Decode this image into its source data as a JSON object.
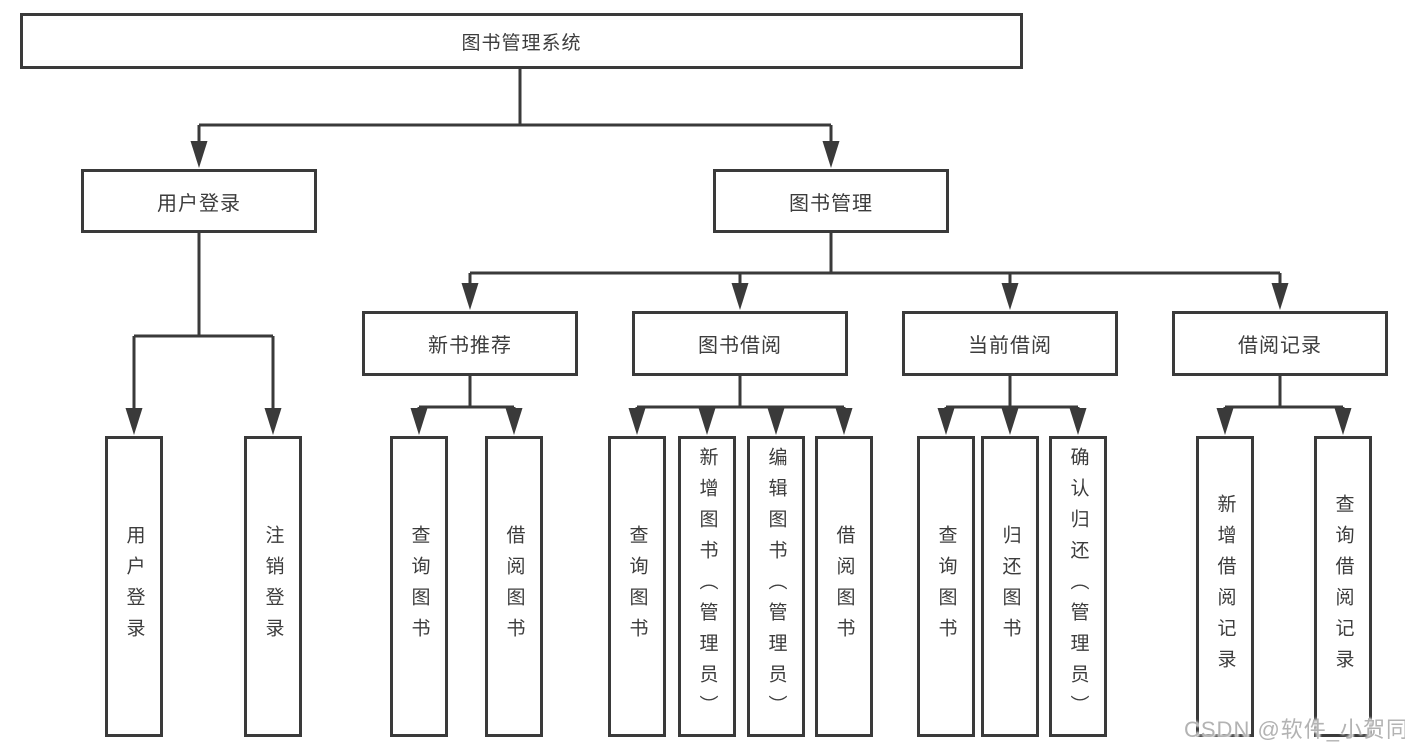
{
  "diagram": {
    "root": {
      "label": "图书管理系统",
      "children": [
        {
          "label": "用户登录",
          "children": [
            {
              "label": "用户登录"
            },
            {
              "label": "注销登录"
            }
          ]
        },
        {
          "label": "图书管理",
          "children": [
            {
              "label": "新书推荐",
              "children": [
                {
                  "label": "查询图书"
                },
                {
                  "label": "借阅图书"
                }
              ]
            },
            {
              "label": "图书借阅",
              "children": [
                {
                  "label": "查询图书"
                },
                {
                  "label": "新增图书（管理员）"
                },
                {
                  "label": "编辑图书（管理员）"
                },
                {
                  "label": "借阅图书"
                }
              ]
            },
            {
              "label": "当前借阅",
              "children": [
                {
                  "label": "查询图书"
                },
                {
                  "label": "归还图书"
                },
                {
                  "label": "确认归还（管理员）"
                }
              ]
            },
            {
              "label": "借阅记录",
              "children": [
                {
                  "label": "新增借阅记录"
                },
                {
                  "label": "查询借阅记录"
                }
              ]
            }
          ]
        }
      ]
    }
  },
  "watermark": {
    "text": "CSDN @软件_小贺同学"
  },
  "colors": {
    "line": "#3a3a3a",
    "box_border": "#3a3a3a",
    "text": "#3c3c3c",
    "background": "#ffffff",
    "watermark": "#b3b3b3"
  }
}
